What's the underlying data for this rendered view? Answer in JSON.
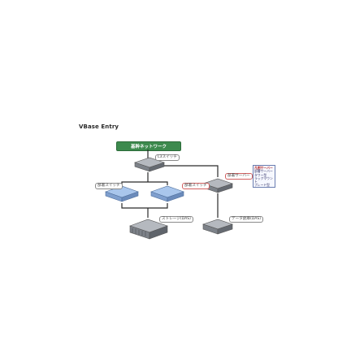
{
  "title": "VBase Entry",
  "backbone_label": "基幹ネットワーク",
  "labels": {
    "core_switch": "L3スイッチ",
    "left_switch": "部署スイッチ",
    "middle_switch": "部署スイッチ",
    "right_switch": "部署サーバー",
    "bottom_left_switch": "ストレージ(DAS)",
    "bottom_right_switch": "データ倉庫(DAS)"
  },
  "legend": {
    "title": "凡例サーバー",
    "lines": [
      "部署サーバー",
      "タワー型",
      "ラックマウント",
      "ブレード型"
    ]
  },
  "colors": {
    "backbone": "#3d8a4e",
    "device_gray": "#8e939a",
    "device_blue": "#8eb1df",
    "line": "#2a2a2a"
  }
}
